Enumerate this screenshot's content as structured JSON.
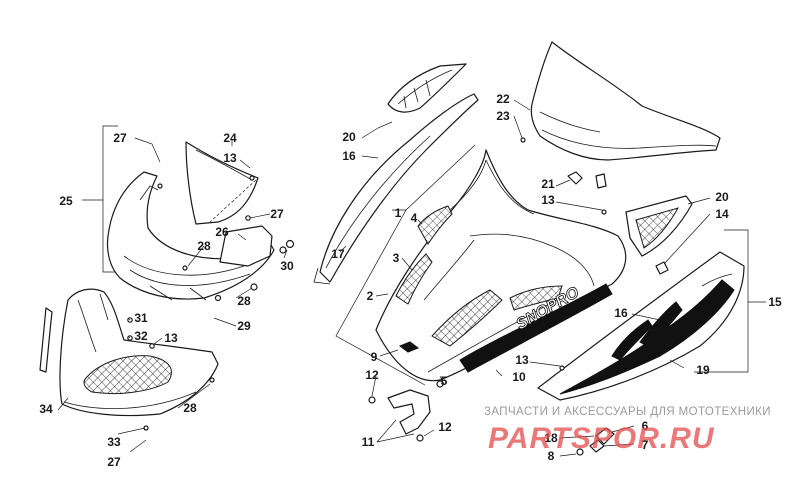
{
  "diagram": {
    "callouts": [
      {
        "id": "c27a",
        "text": "27"
      },
      {
        "id": "c24",
        "text": "24"
      },
      {
        "id": "c13a",
        "text": "13"
      },
      {
        "id": "c25",
        "text": "25"
      },
      {
        "id": "c27b",
        "text": "27"
      },
      {
        "id": "c26",
        "text": "26"
      },
      {
        "id": "c28a",
        "text": "28"
      },
      {
        "id": "c30",
        "text": "30"
      },
      {
        "id": "c28b",
        "text": "28"
      },
      {
        "id": "c29",
        "text": "29"
      },
      {
        "id": "c31",
        "text": "31"
      },
      {
        "id": "c32",
        "text": "32"
      },
      {
        "id": "c13b",
        "text": "13"
      },
      {
        "id": "c34",
        "text": "34"
      },
      {
        "id": "c28c",
        "text": "28"
      },
      {
        "id": "c33",
        "text": "33"
      },
      {
        "id": "c27c",
        "text": "27"
      },
      {
        "id": "c20a",
        "text": "20"
      },
      {
        "id": "c16a",
        "text": "16"
      },
      {
        "id": "c1",
        "text": "1"
      },
      {
        "id": "c4",
        "text": "4"
      },
      {
        "id": "c3",
        "text": "3"
      },
      {
        "id": "c17",
        "text": "17"
      },
      {
        "id": "c2",
        "text": "2"
      },
      {
        "id": "c9",
        "text": "9"
      },
      {
        "id": "c12a",
        "text": "12"
      },
      {
        "id": "c5",
        "text": "5"
      },
      {
        "id": "c11",
        "text": "11"
      },
      {
        "id": "c12b",
        "text": "12"
      },
      {
        "id": "c13c",
        "text": "13"
      },
      {
        "id": "c10",
        "text": "10"
      },
      {
        "id": "c22",
        "text": "22"
      },
      {
        "id": "c23",
        "text": "23"
      },
      {
        "id": "c21",
        "text": "21"
      },
      {
        "id": "c13d",
        "text": "13"
      },
      {
        "id": "c20b",
        "text": "20"
      },
      {
        "id": "c14",
        "text": "14"
      },
      {
        "id": "c15",
        "text": "15"
      },
      {
        "id": "c16b",
        "text": "16"
      },
      {
        "id": "c19",
        "text": "19"
      },
      {
        "id": "c6",
        "text": "6"
      },
      {
        "id": "c18",
        "text": "18"
      },
      {
        "id": "c7",
        "text": "7"
      },
      {
        "id": "c8",
        "text": "8"
      }
    ],
    "decal_text": "SNOPRO"
  },
  "watermark": {
    "tagline": "ЗАПЧАСТИ И АКСЕССУАРЫ ДЛЯ МОТОТЕХНИКИ",
    "brand": "PARTSPOR.RU"
  },
  "colors": {
    "line": "#1a1a1a",
    "watermark_red": "#e44b4b",
    "watermark_gray": "#9a9a9a"
  }
}
